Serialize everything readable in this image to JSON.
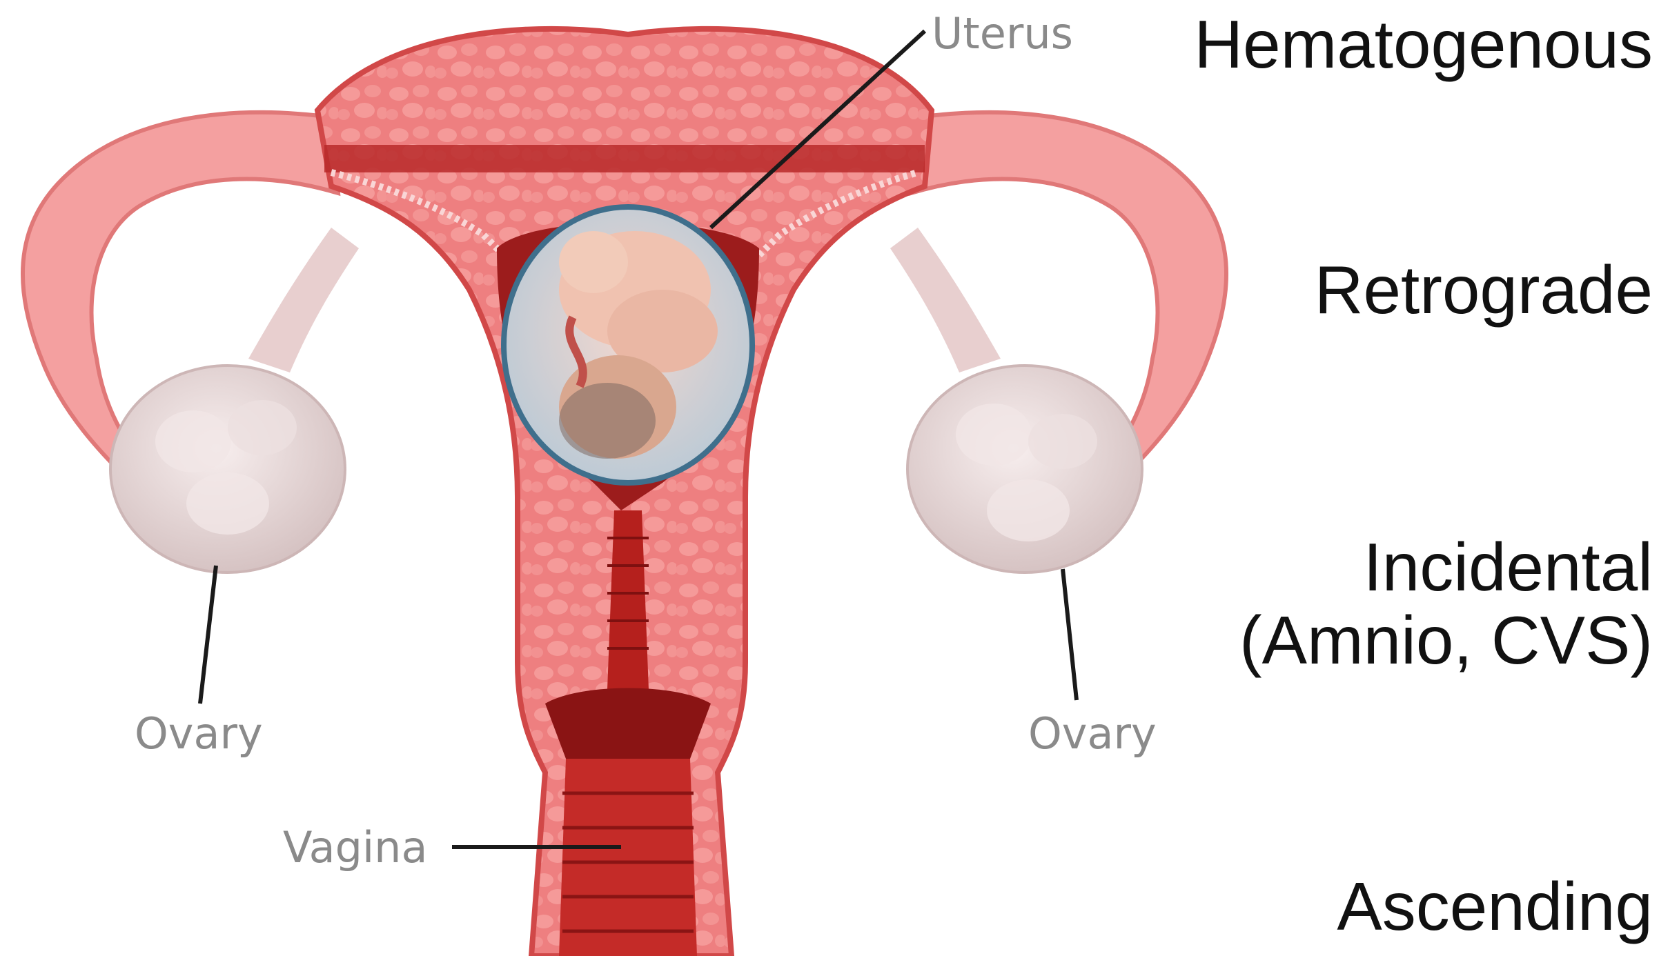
{
  "anatomy_labels": {
    "uterus": "Uterus",
    "ovary_left": "Ovary",
    "ovary_right": "Ovary",
    "vagina": "Vagina"
  },
  "routes": {
    "hematogenous": "Hematogenous",
    "retrograde": "Retrograde",
    "incidental_line1": "Incidental",
    "incidental_line2": "(Amnio, CVS)",
    "ascending": "Ascending"
  },
  "colors": {
    "tissue": "#f08a8a",
    "tissue_dark": "#c9302c",
    "tube": "#f4a0a0",
    "ovary": "#e3d4d4",
    "canal": "#b5201d",
    "amnion": "#9fb8c8"
  }
}
